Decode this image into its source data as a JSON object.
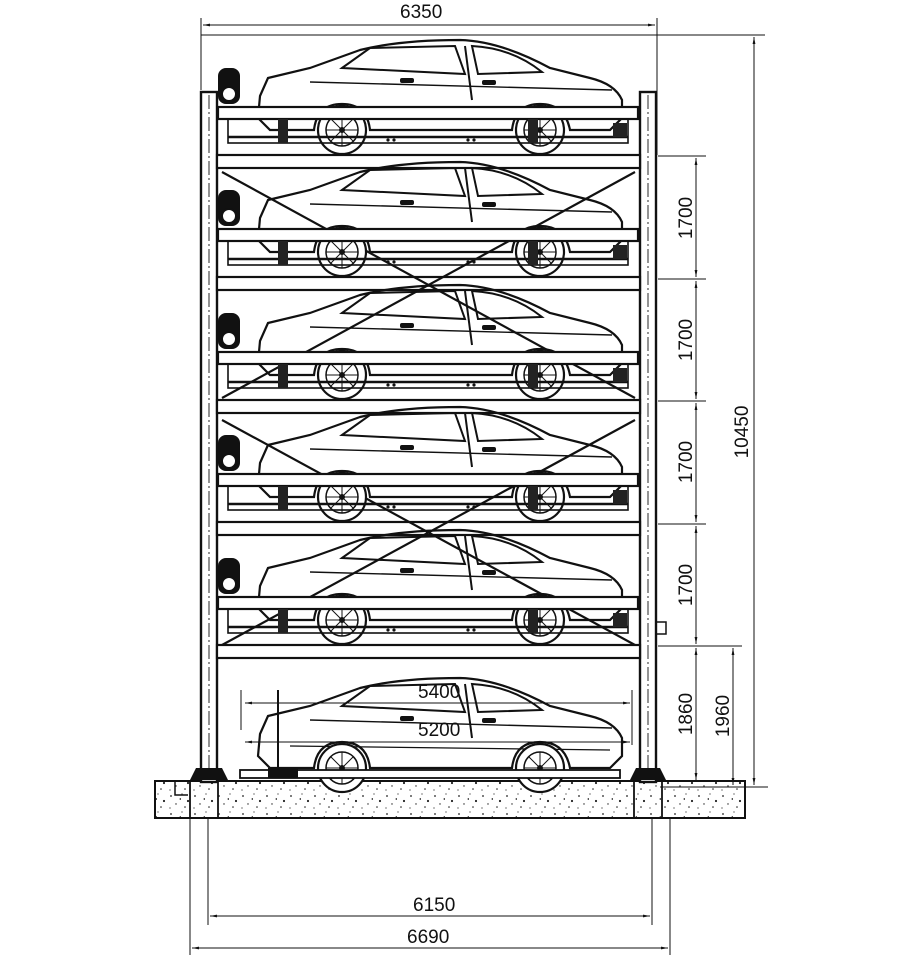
{
  "drawing": {
    "title": "Multi-level puzzle parking system - side elevation",
    "levels": 6,
    "colors": {
      "line": "#111111",
      "paper": "#ffffff",
      "concrete_speckle": "#222222"
    }
  },
  "dimensions": {
    "top_overall_width": "6350",
    "overall_height": "10450",
    "level_spacing": [
      "1700",
      "1700",
      "1700",
      "1700"
    ],
    "ground_level_clearance": "1860",
    "ground_level_height": "1960",
    "car_length_max": "5400",
    "car_length": "5200",
    "column_inner_span": "6150",
    "column_outer_span": "6690"
  },
  "labels": {
    "dim_6350": "6350",
    "dim_10450": "10450",
    "dim_1700_a": "1700",
    "dim_1700_b": "1700",
    "dim_1700_c": "1700",
    "dim_1700_d": "1700",
    "dim_1860": "1860",
    "dim_1960": "1960",
    "dim_5400": "5400",
    "dim_5200": "5200",
    "dim_6150": "6150",
    "dim_6690": "6690"
  }
}
